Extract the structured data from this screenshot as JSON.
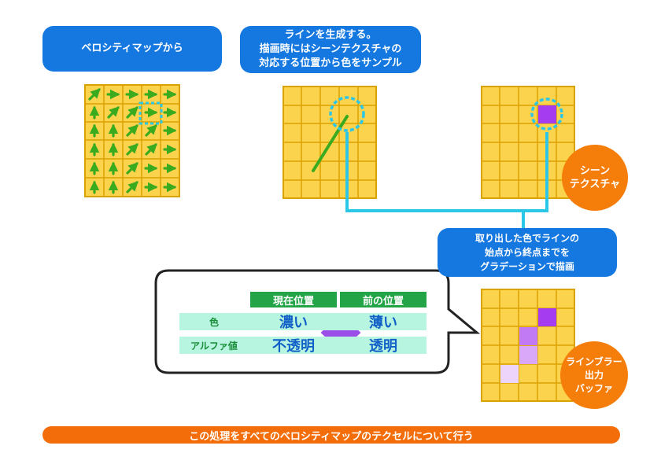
{
  "top_labels": {
    "velocity": "ベロシティマップから",
    "line": [
      "ラインを生成する。",
      "描画時にはシーンテクスチャの",
      "対応する位置から色をサンプル"
    ]
  },
  "scene_texture": [
    "シーン",
    "テクスチャ"
  ],
  "draw_note": [
    "取り出した色でラインの",
    "始点から終点までを",
    "グラデーションで描画"
  ],
  "line_buffer": [
    "ラインブラー",
    "出力",
    "バッファ"
  ],
  "table": {
    "headers": [
      "現在位置",
      "前の位置"
    ],
    "rows": [
      {
        "label": "色",
        "current": "濃い",
        "previous": "薄い"
      },
      {
        "label": "アルファ値",
        "current": "不透明",
        "previous": "透明"
      }
    ]
  },
  "footer": "この処理をすべてのベロシティマップのテクセルについて行う",
  "colors": {
    "blue": "#1478e0",
    "orange": "#f57d0a",
    "grid": "#fcd34d",
    "arrow": "#3aaa1f",
    "accent": "#a53cf0",
    "cyan": "#2cc6e6"
  }
}
